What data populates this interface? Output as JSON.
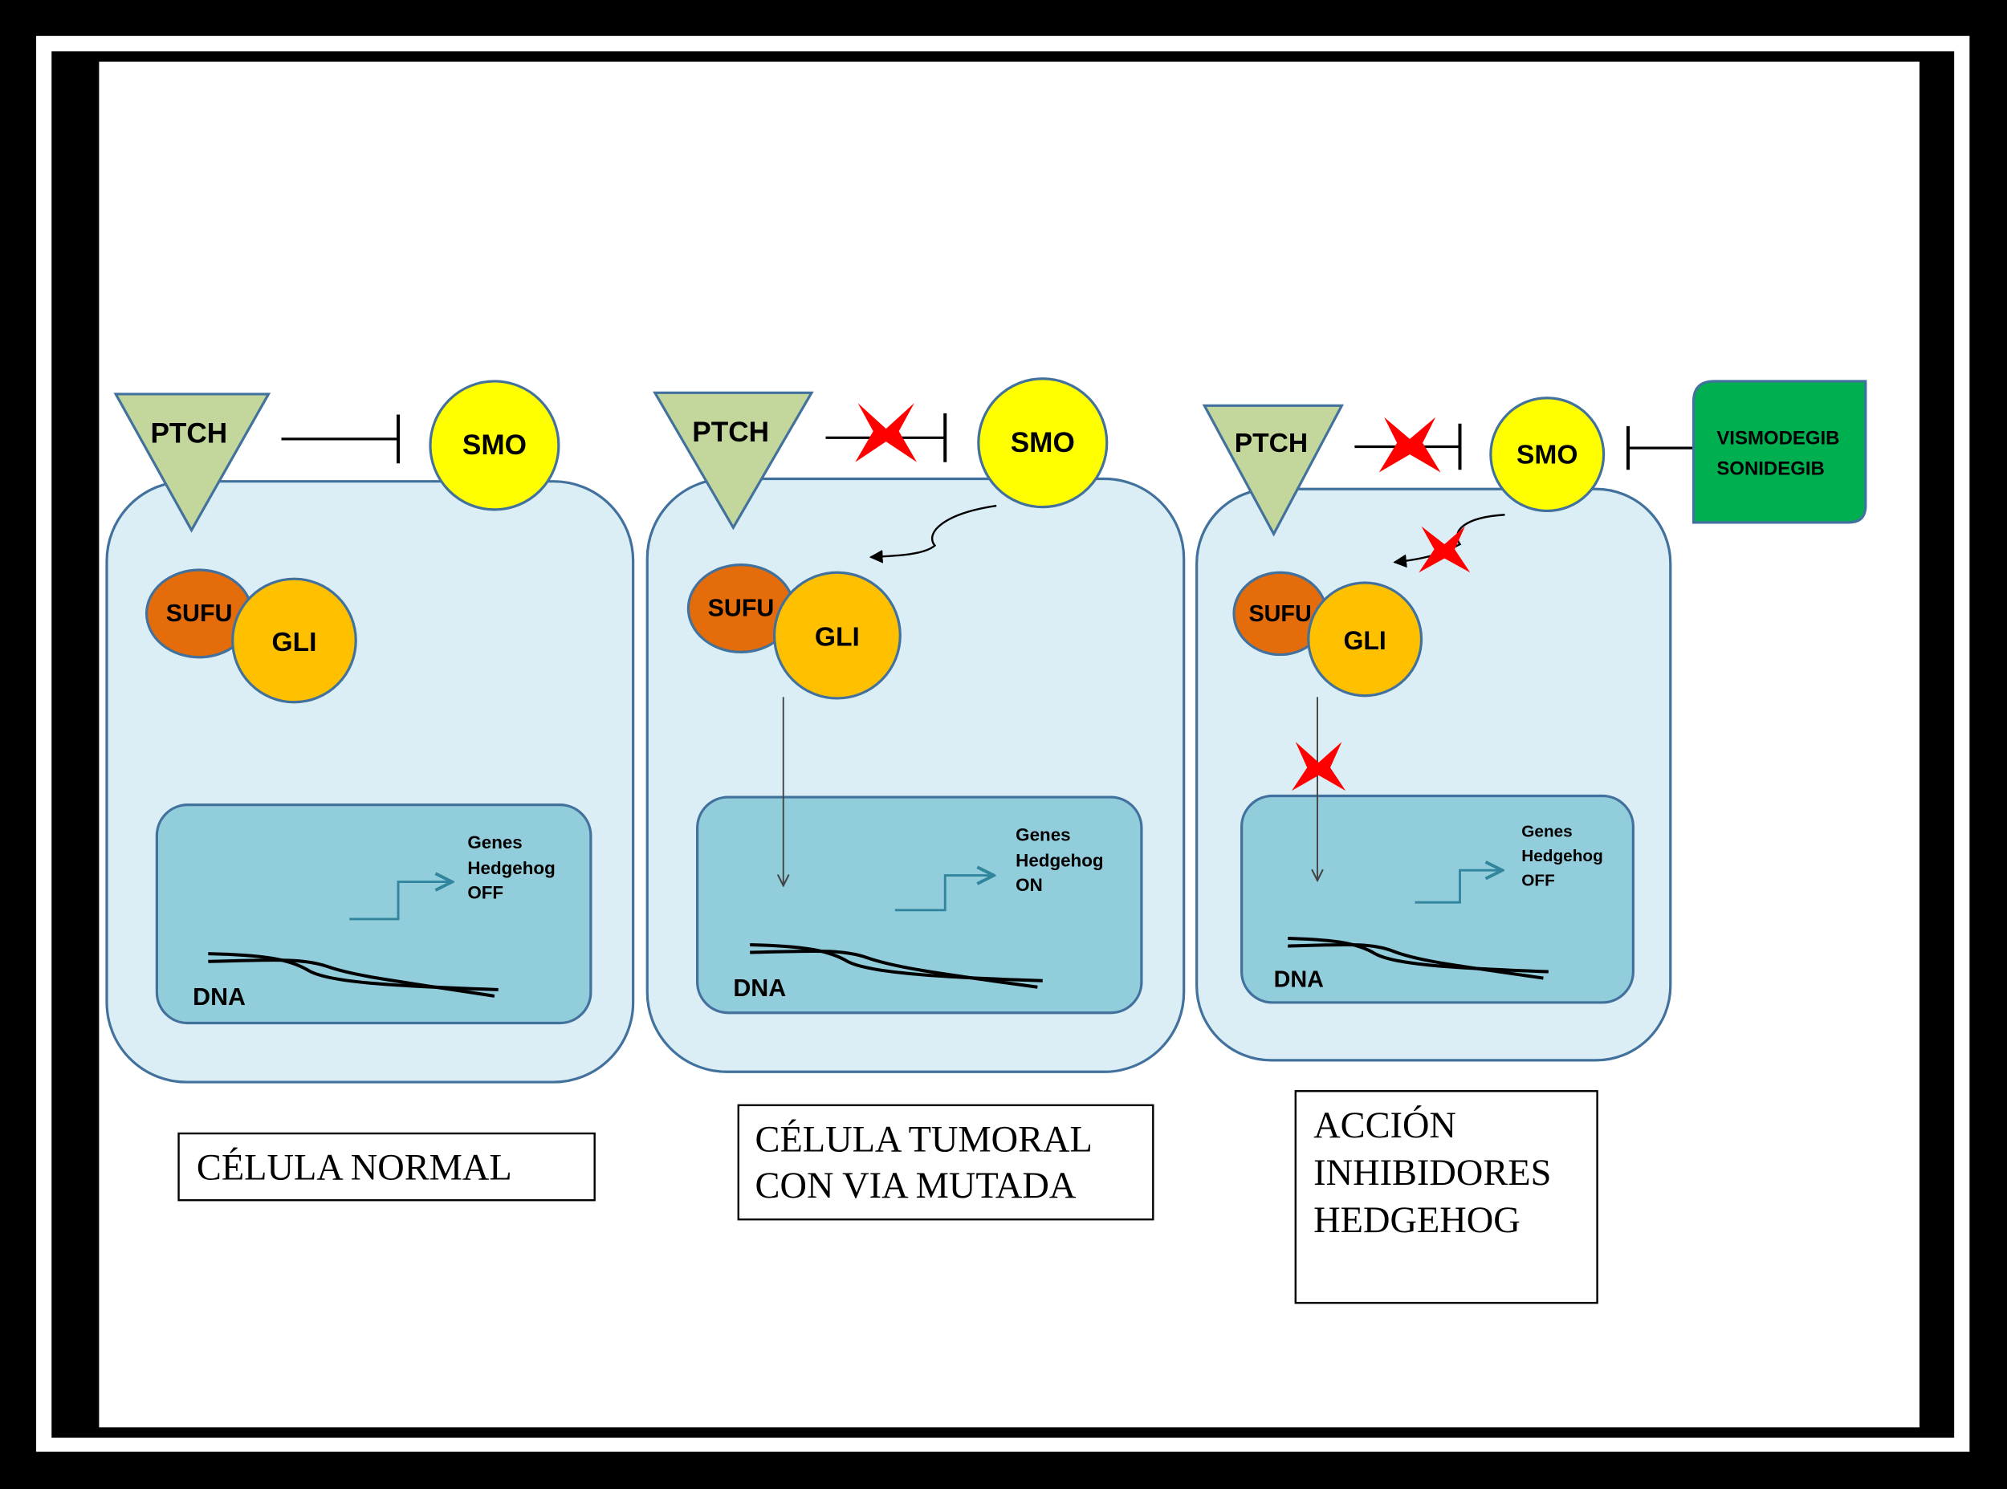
{
  "panels": [
    {
      "ptch": "PTCH",
      "smo": "SMO",
      "sufu": "SUFU",
      "gli": "GLI",
      "dna": "DNA",
      "genes": [
        "Genes",
        "Hedgehog",
        "OFF"
      ],
      "caption": [
        "CÉLULA NORMAL"
      ]
    },
    {
      "ptch": "PTCH",
      "smo": "SMO",
      "sufu": "SUFU",
      "gli": "GLI",
      "dna": "DNA",
      "genes": [
        "Genes",
        "Hedgehog",
        "ON"
      ],
      "caption": [
        "CÉLULA TUMORAL",
        "CON VIA MUTADA"
      ]
    },
    {
      "ptch": "PTCH",
      "smo": "SMO",
      "sufu": "SUFU",
      "gli": "GLI",
      "dna": "DNA",
      "genes": [
        "Genes",
        "Hedgehog",
        "OFF"
      ],
      "caption": [
        "ACCIÓN",
        "INHIBIDORES",
        "HEDGEHOG"
      ]
    }
  ],
  "drug_box": [
    "VISMODEGIB",
    "SONIDEGIB"
  ],
  "colors": {
    "frame": "#000000",
    "page": "#ffffff",
    "cell_fill": "#dbeef5",
    "cell_stroke": "#41719c",
    "nucleus_fill": "#92cddc",
    "ptch": "#c3d69b",
    "smo": "#ffff00",
    "sufu": "#e46c0a",
    "gli": "#ffc000",
    "drug": "#00b050",
    "x_mark": "#ff0000",
    "promoter_arrow": "#31859c"
  }
}
